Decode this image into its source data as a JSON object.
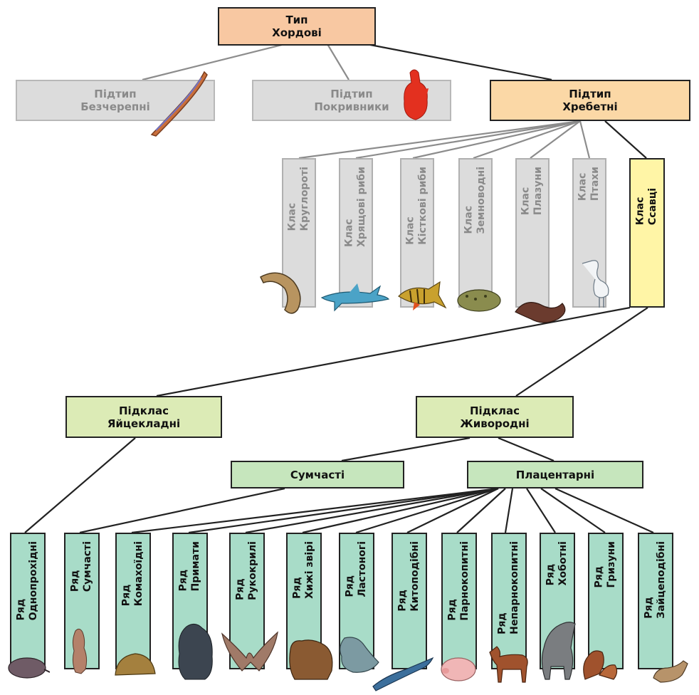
{
  "root": {
    "line1": "Тип",
    "line2": "Хордові"
  },
  "subtypes": [
    {
      "line1": "Підтип",
      "line2": "Безчерепні"
    },
    {
      "line1": "Підтип",
      "line2": "Покривники"
    },
    {
      "line1": "Підтип",
      "line2": "Хребетні"
    }
  ],
  "classes": [
    {
      "line1": "Клас",
      "line2": "Круглороті"
    },
    {
      "line1": "Клас",
      "line2": "Хрящові риби"
    },
    {
      "line1": "Клас",
      "line2": "Кісткові риби"
    },
    {
      "line1": "Клас",
      "line2": "Земноводні"
    },
    {
      "line1": "Клас",
      "line2": "Плазуни"
    },
    {
      "line1": "Клас",
      "line2": "Птахи"
    },
    {
      "line1": "Клас",
      "line2": "Ссавці"
    }
  ],
  "subclasses": [
    {
      "line1": "Підклас",
      "line2": "Яйцекладні"
    },
    {
      "line1": "Підклас",
      "line2": "Живородні"
    }
  ],
  "infraclasses": [
    {
      "label": "Сумчасті"
    },
    {
      "label": "Плацентарні"
    }
  ],
  "orders": [
    {
      "line1": "Ряд",
      "line2": "Однопрохідні"
    },
    {
      "line1": "Ряд",
      "line2": "Сумчасті"
    },
    {
      "line1": "Ряд",
      "line2": "Комахоїдні"
    },
    {
      "line1": "Ряд",
      "line2": "Примати"
    },
    {
      "line1": "Ряд",
      "line2": "Рукокрилі"
    },
    {
      "line1": "Ряд",
      "line2": "Хижі звірі"
    },
    {
      "line1": "Ряд",
      "line2": "Ластоногі"
    },
    {
      "line1": "Ряд",
      "line2": "Китоподібні"
    },
    {
      "line1": "Ряд",
      "line2": "Парнокопитні"
    },
    {
      "line1": "Ряд",
      "line2": "Непарнокопитні"
    },
    {
      "line1": "Ряд",
      "line2": "Хоботні"
    },
    {
      "line1": "Ряд",
      "line2": "Гризуни"
    },
    {
      "line1": "Ряд",
      "line2": "Зайцеподібні"
    }
  ]
}
